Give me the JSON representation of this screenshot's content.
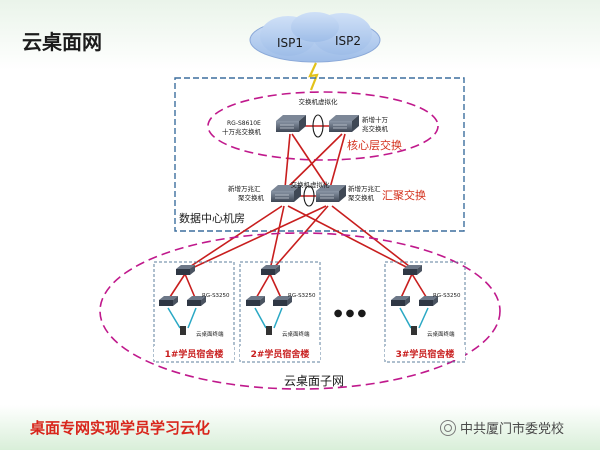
{
  "page": {
    "title": "云桌面网",
    "slogan": "桌面专网实现学员学习云化"
  },
  "watermark": {
    "text": "中共厦门市委党校"
  },
  "colors": {
    "link": "#c81e1e",
    "core_ring": "#c0198c",
    "frame": "#3d6f9e",
    "access_line": "#2aa8c4",
    "orange_text": "#d4311d",
    "cloud": "#a9c6ee"
  },
  "diagram": {
    "isp": [
      "ISP1",
      "ISP2"
    ],
    "core": {
      "virtualization": "交换机虚拟化",
      "left_model": "RG-S8610E",
      "left_desc": "十万兆交换机",
      "right_desc_1": "新增十万",
      "right_desc_2": "兆交换机",
      "layer": "核心层交换"
    },
    "aggregation": {
      "virtualization": "交换机虚拟化",
      "left_desc_1": "新增万兆汇",
      "left_desc_2": "聚交换机",
      "right_desc_1": "新增万兆汇",
      "right_desc_2": "聚交换机",
      "layer": "汇聚交换"
    },
    "datacenter": "数据中心机房",
    "access_model": "RG-S3250",
    "terminal": "云桌面终端",
    "buildings": [
      "1#学员宿舍楼",
      "2#学员宿舍楼",
      "3#学员宿舍楼"
    ],
    "ellipsis": "● ● ●",
    "subnet": "云桌面子网"
  }
}
